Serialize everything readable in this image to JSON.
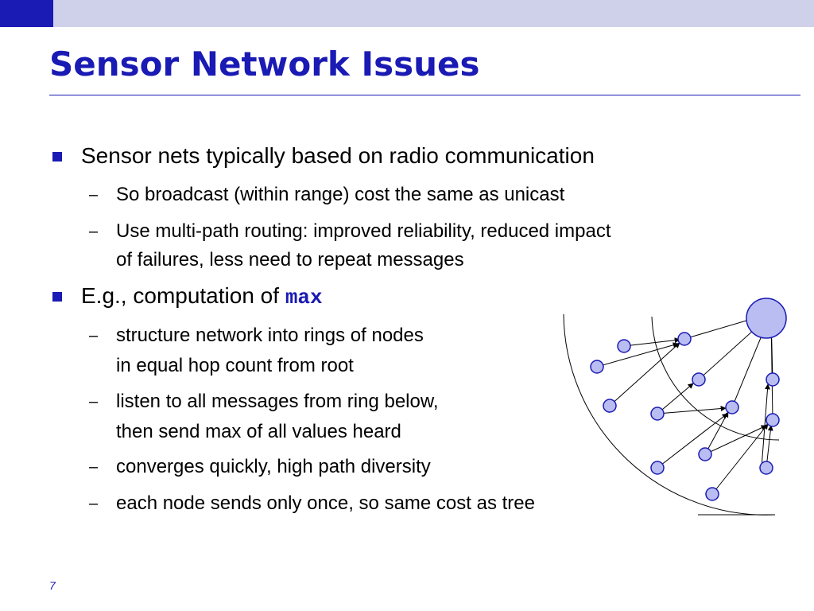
{
  "slide": {
    "title": "Sensor Network Issues",
    "page_number": "7",
    "bullets": [
      {
        "text": "Sensor nets typically based on radio communication",
        "subs": [
          "So broadcast (within range) cost the same as unicast",
          "Use multi-path routing: improved reliability, reduced impact",
          "of failures, less need to repeat messages"
        ]
      },
      {
        "text_prefix": "E.g., computation of ",
        "code": "max",
        "subs": [
          "structure network into rings of nodes",
          "in equal hop count from root",
          "listen to all messages from ring below,",
          "then send max of all values heard",
          "converges quickly, high path diversity",
          "each node sends only once, so same cost as tree"
        ]
      }
    ],
    "dash": "–"
  },
  "colors": {
    "accent": "#1a1ab4",
    "node_fill": "#b9bdf2",
    "band": "#cfd0ea"
  }
}
